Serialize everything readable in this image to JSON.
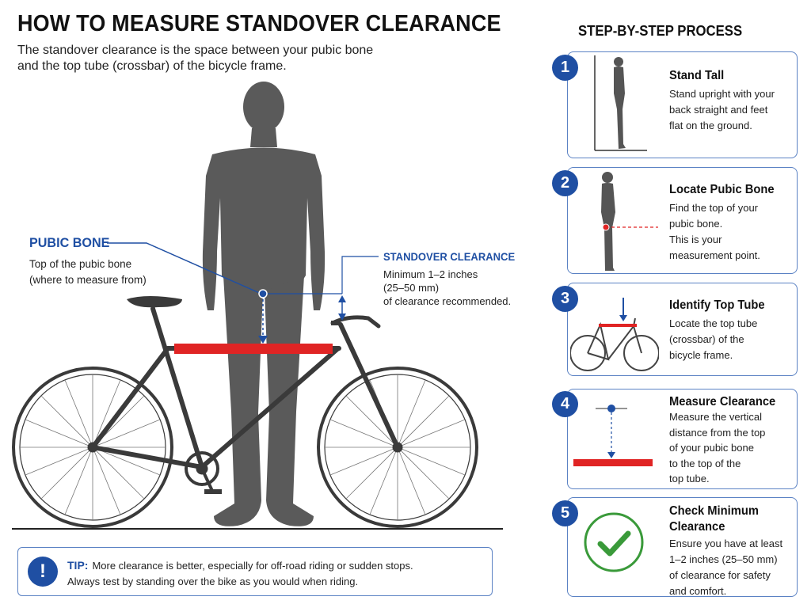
{
  "header": {
    "title": "HOW TO MEASURE STANDOVER CLEARANCE",
    "subtitle": "The standover clearance is the space between your pubic bone and the top tube (crossbar) of the bicycle frame."
  },
  "callouts": {
    "pubic_bone": {
      "title": "PUBIC BONE",
      "desc_line1": "Top of the pubic bone",
      "desc_line2": "(where to measure from)"
    },
    "standover": {
      "title": "STANDOVER CLEARANCE",
      "desc_line1": "Minimum 1–2 inches",
      "desc_line2": "(25–50 mm)",
      "desc_line3": "of clearance recommended."
    }
  },
  "tip": {
    "icon": "!",
    "label": "TIP:",
    "line1": "More clearance is better, especially for off-road riding or sudden stops.",
    "line2": "Always test by standing over the bike as you would when riding."
  },
  "steps_heading": "STEP-BY-STEP PROCESS",
  "steps": [
    {
      "number": "1",
      "title": "Stand Tall",
      "lines": [
        "Stand upright with your",
        "back straight and feet",
        "flat on the ground."
      ]
    },
    {
      "number": "2",
      "title": "Locate Pubic Bone",
      "lines": [
        "Find the top of your",
        "pubic bone.",
        "This is your",
        "measurement point."
      ]
    },
    {
      "number": "3",
      "title": "Identify Top Tube",
      "lines": [
        "Locate the top tube",
        "(crossbar) of the",
        "bicycle frame."
      ]
    },
    {
      "number": "4",
      "title": "Measure Clearance",
      "lines": [
        "Measure the vertical",
        "distance from the top",
        "of your pubic bone",
        "to the top of the",
        "top tube."
      ]
    },
    {
      "number": "5",
      "title_line1": "Check Minimum",
      "title_line2": "Clearance",
      "lines": [
        "Ensure you have at least",
        "1–2 inches (25–50 mm)",
        "of clearance for safety",
        "and comfort."
      ]
    }
  ],
  "icons": {
    "tip": "exclamation-icon",
    "step5": "checkmark-icon",
    "person": "person-silhouette-icon",
    "bicycle": "bicycle-icon"
  },
  "colors": {
    "accent_blue": "#1f4fa3",
    "top_tube_red": "#e02424",
    "silhouette": "#5a5a5a",
    "check_green": "#3a9a3a"
  }
}
